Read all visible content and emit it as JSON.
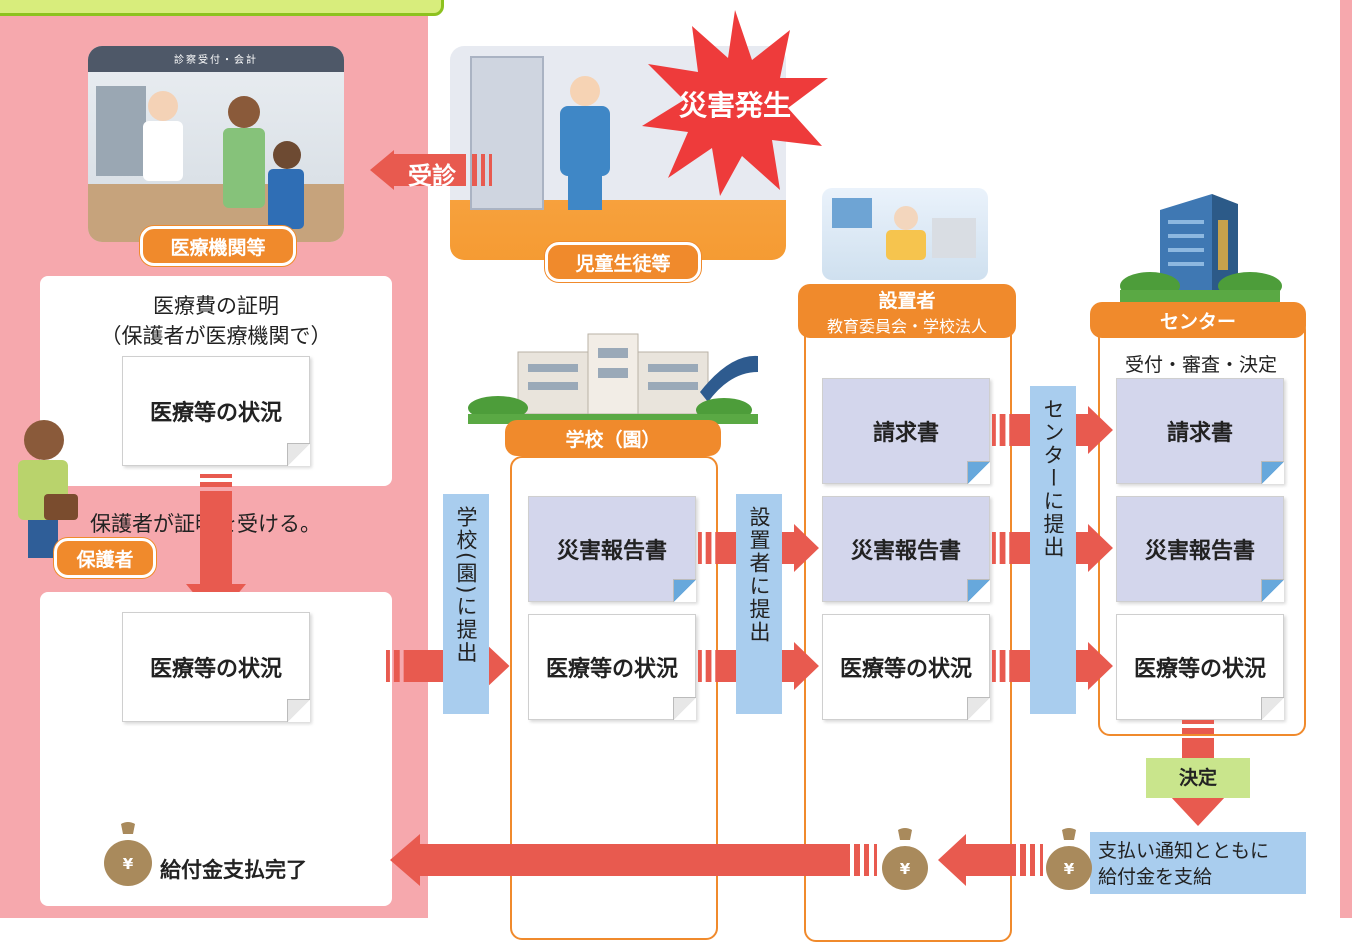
{
  "labels": {
    "reception_sign": "診察受付・会計",
    "medical_institution": "医療機関等",
    "student": "児童生徒等",
    "disaster": "災害発生",
    "visit": "受診",
    "medical_cert_title": "医療費の証明",
    "medical_cert_sub": "（保護者が医療機関で）",
    "medical_status": "医療等の状況",
    "guardian_receives": "保護者が証明を受ける。",
    "guardian": "保護者",
    "school": "学校（園）",
    "submit_school": "学校(園)に提出",
    "founder": "設置者",
    "founder_sub": "教育委員会・学校法人",
    "submit_founder": "設置者に提出",
    "center": "センター",
    "center_process": "受付・審査・決定",
    "submit_center": "センターに提出",
    "claim": "請求書",
    "disaster_report": "災害報告書",
    "decision": "決定",
    "payment_notice_1": "支払い通知とともに",
    "payment_notice_2": "給付金を支給",
    "payment_complete": "給付金支払完了",
    "yen": "¥"
  },
  "colors": {
    "pink": "#f6a8ad",
    "orange": "#f08a2c",
    "red_arrow": "#e85a4f",
    "light_blue": "#a9cdee",
    "doc_blue": "#d3d6ec",
    "green": "#d8ed7c",
    "decision_green": "#c9e58c"
  }
}
